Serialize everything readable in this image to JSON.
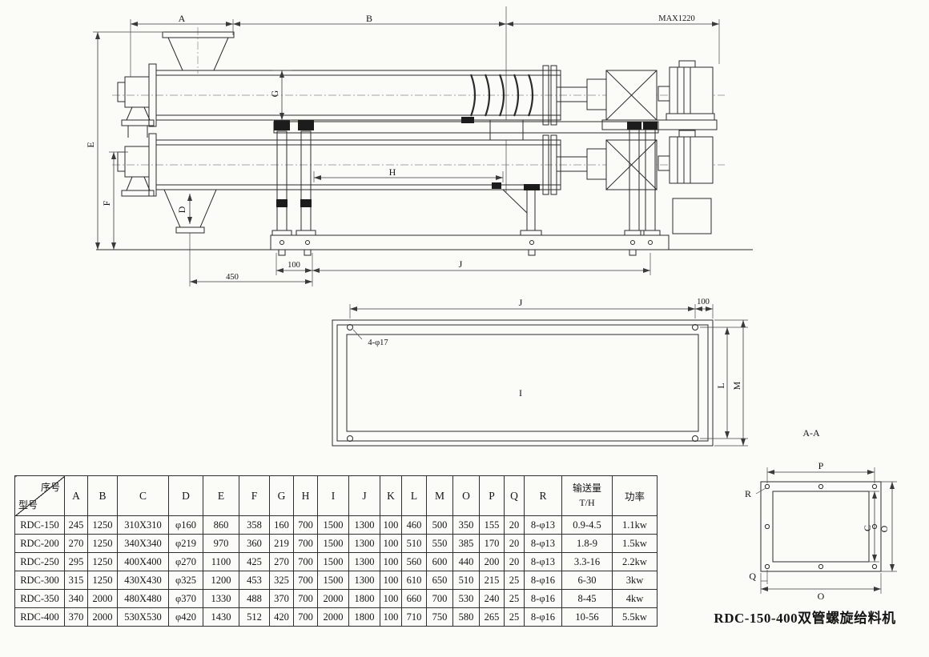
{
  "title": "RDC-150-400双管螺旋给料机",
  "colors": {
    "line": "#2b2b2b",
    "paper": "#fbfbf8"
  },
  "main_view": {
    "labels": {
      "a": "A",
      "b": "B",
      "max": "MAX1220",
      "e": "E",
      "f": "F",
      "g": "G",
      "h": "H",
      "d": "D",
      "n100": "100",
      "j": "J",
      "n450": "450"
    }
  },
  "frame_view": {
    "labels": {
      "j": "J",
      "n100": "100",
      "holes": "4-φ17",
      "i": "I",
      "l": "L",
      "m": "M"
    }
  },
  "section_view": {
    "name": "A-A",
    "labels": {
      "p": "P",
      "r": "R",
      "c": "C",
      "o_side": "O",
      "q": "Q",
      "o_bottom": "O"
    }
  },
  "table": {
    "corner": {
      "top": "序号",
      "bottom": "型号"
    },
    "columns": [
      "A",
      "B",
      "C",
      "D",
      "E",
      "F",
      "G",
      "H",
      "I",
      "J",
      "K",
      "L",
      "M",
      "O",
      "P",
      "Q",
      "R"
    ],
    "capacity_header": [
      "输送量",
      "T/H"
    ],
    "power_header": "功率",
    "rows": [
      {
        "model": "RDC-150",
        "values": [
          "245",
          "1250",
          "310X310",
          "φ160",
          "860",
          "358",
          "160",
          "700",
          "1500",
          "1300",
          "100",
          "460",
          "500",
          "350",
          "155",
          "20",
          "8-φ13"
        ],
        "capacity": "0.9-4.5",
        "power": "1.1kw"
      },
      {
        "model": "RDC-200",
        "values": [
          "270",
          "1250",
          "340X340",
          "φ219",
          "970",
          "360",
          "219",
          "700",
          "1500",
          "1300",
          "100",
          "510",
          "550",
          "385",
          "170",
          "20",
          "8-φ13"
        ],
        "capacity": "1.8-9",
        "power": "1.5kw"
      },
      {
        "model": "RDC-250",
        "values": [
          "295",
          "1250",
          "400X400",
          "φ270",
          "1100",
          "425",
          "270",
          "700",
          "1500",
          "1300",
          "100",
          "560",
          "600",
          "440",
          "200",
          "20",
          "8-φ13"
        ],
        "capacity": "3.3-16",
        "power": "2.2kw"
      },
      {
        "model": "RDC-300",
        "values": [
          "315",
          "1250",
          "430X430",
          "φ325",
          "1200",
          "453",
          "325",
          "700",
          "1500",
          "1300",
          "100",
          "610",
          "650",
          "510",
          "215",
          "25",
          "8-φ16"
        ],
        "capacity": "6-30",
        "power": "3kw"
      },
      {
        "model": "RDC-350",
        "values": [
          "340",
          "2000",
          "480X480",
          "φ370",
          "1330",
          "488",
          "370",
          "700",
          "2000",
          "1800",
          "100",
          "660",
          "700",
          "530",
          "240",
          "25",
          "8-φ16"
        ],
        "capacity": "8-45",
        "power": "4kw"
      },
      {
        "model": "RDC-400",
        "values": [
          "370",
          "2000",
          "530X530",
          "φ420",
          "1430",
          "512",
          "420",
          "700",
          "2000",
          "1800",
          "100",
          "710",
          "750",
          "580",
          "265",
          "25",
          "8-φ16"
        ],
        "capacity": "10-56",
        "power": "5.5kw"
      }
    ]
  }
}
